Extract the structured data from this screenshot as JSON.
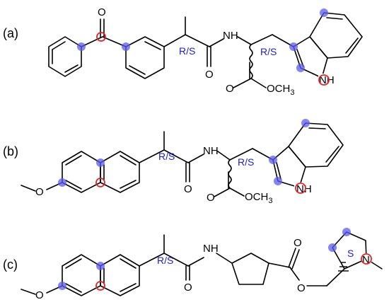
{
  "panels": [
    {
      "label": "(a)",
      "atoms": {
        "o_ketone": "O",
        "nh_amide": "NH",
        "o_amide": "O",
        "nh_indole": "NH",
        "o_ester": "O",
        "och3": "OCH",
        "och3_sub": "3"
      },
      "stereo": [
        "R/S",
        "R/S"
      ]
    },
    {
      "label": "(b)",
      "atoms": {
        "o_methoxy": "O",
        "nh_amide": "NH",
        "o_amide": "O",
        "nh_indole": "NH",
        "o_ester": "O",
        "och3": "OCH",
        "och3_sub": "3"
      },
      "stereo": [
        "R/S",
        "R/S"
      ]
    },
    {
      "label": "(c)",
      "atoms": {
        "o_methoxy": "O",
        "nh_amide": "NH",
        "o_amide": "O",
        "o_ester_co": "O",
        "o_ester": "O",
        "n_pyrrolidine": "N"
      },
      "stereo": [
        "R/S",
        "S"
      ]
    }
  ],
  "colors": {
    "bond": "#000000",
    "stereo_label": "#1c1cd6",
    "site_dot": "#5b5bef",
    "site_ring": "#e0242a"
  }
}
